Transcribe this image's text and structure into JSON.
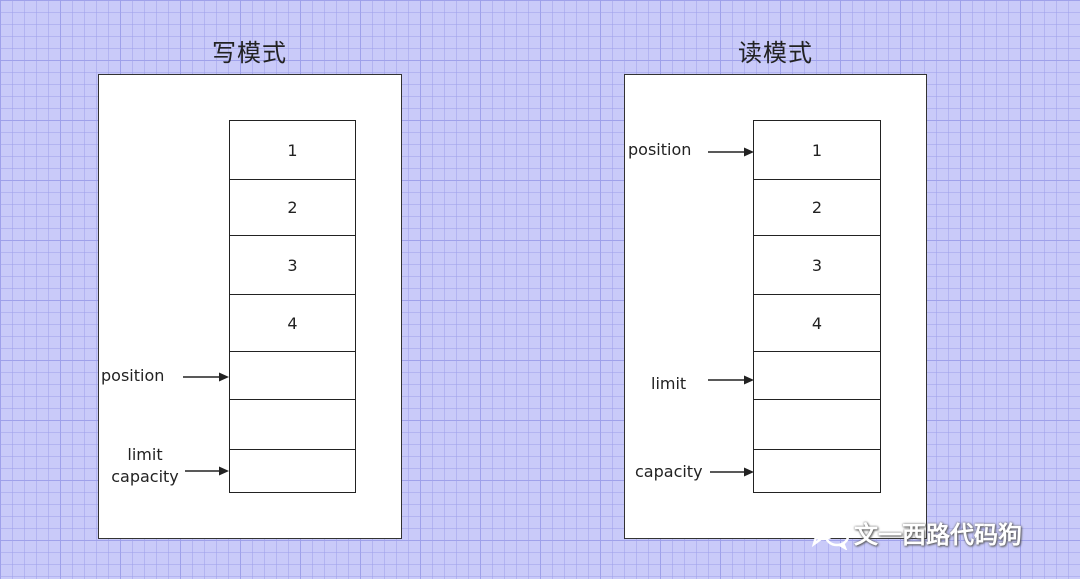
{
  "write_mode": {
    "title": "写模式",
    "cells": [
      "1",
      "2",
      "3",
      "4",
      "",
      "",
      ""
    ],
    "labels": {
      "position": "position",
      "limit": "limit",
      "capacity": "capacity"
    }
  },
  "read_mode": {
    "title": "读模式",
    "cells": [
      "1",
      "2",
      "3",
      "4",
      "",
      "",
      ""
    ],
    "labels": {
      "position": "position",
      "limit": "limit",
      "capacity": "capacity"
    }
  },
  "watermark": {
    "text": "文一西路代码狗",
    "icon": "wechat-icon"
  }
}
